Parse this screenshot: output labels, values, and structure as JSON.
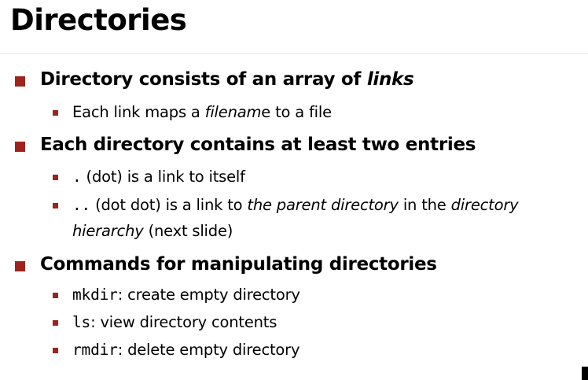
{
  "title": "Directories",
  "bullets": [
    {
      "heading_pre": "Directory consists of an array of ",
      "heading_italic": "links",
      "sub": [
        {
          "pre": "Each link maps a ",
          "italic": "filenam",
          "post": "e to a file"
        }
      ]
    },
    {
      "heading": "Each directory contains at least two entries",
      "sub": [
        {
          "code": ".",
          "text": " (dot) is  a link to itself"
        },
        {
          "code": "..",
          "text1": " (dot dot) is a link to ",
          "italic1": "the parent directory",
          "text2": " in the ",
          "italic2": "directory",
          "italic3": "hierarchy",
          "text3": " (next slide)"
        }
      ]
    },
    {
      "heading": "Commands for manipulating directories",
      "sub": [
        {
          "code": "mkdir",
          "text": ": create empty directory"
        },
        {
          "code": "ls",
          "text": ": view directory contents"
        },
        {
          "code": "rmdir",
          "text": ": delete empty directory"
        }
      ]
    }
  ],
  "colors": {
    "bullet": "#a0221c"
  }
}
